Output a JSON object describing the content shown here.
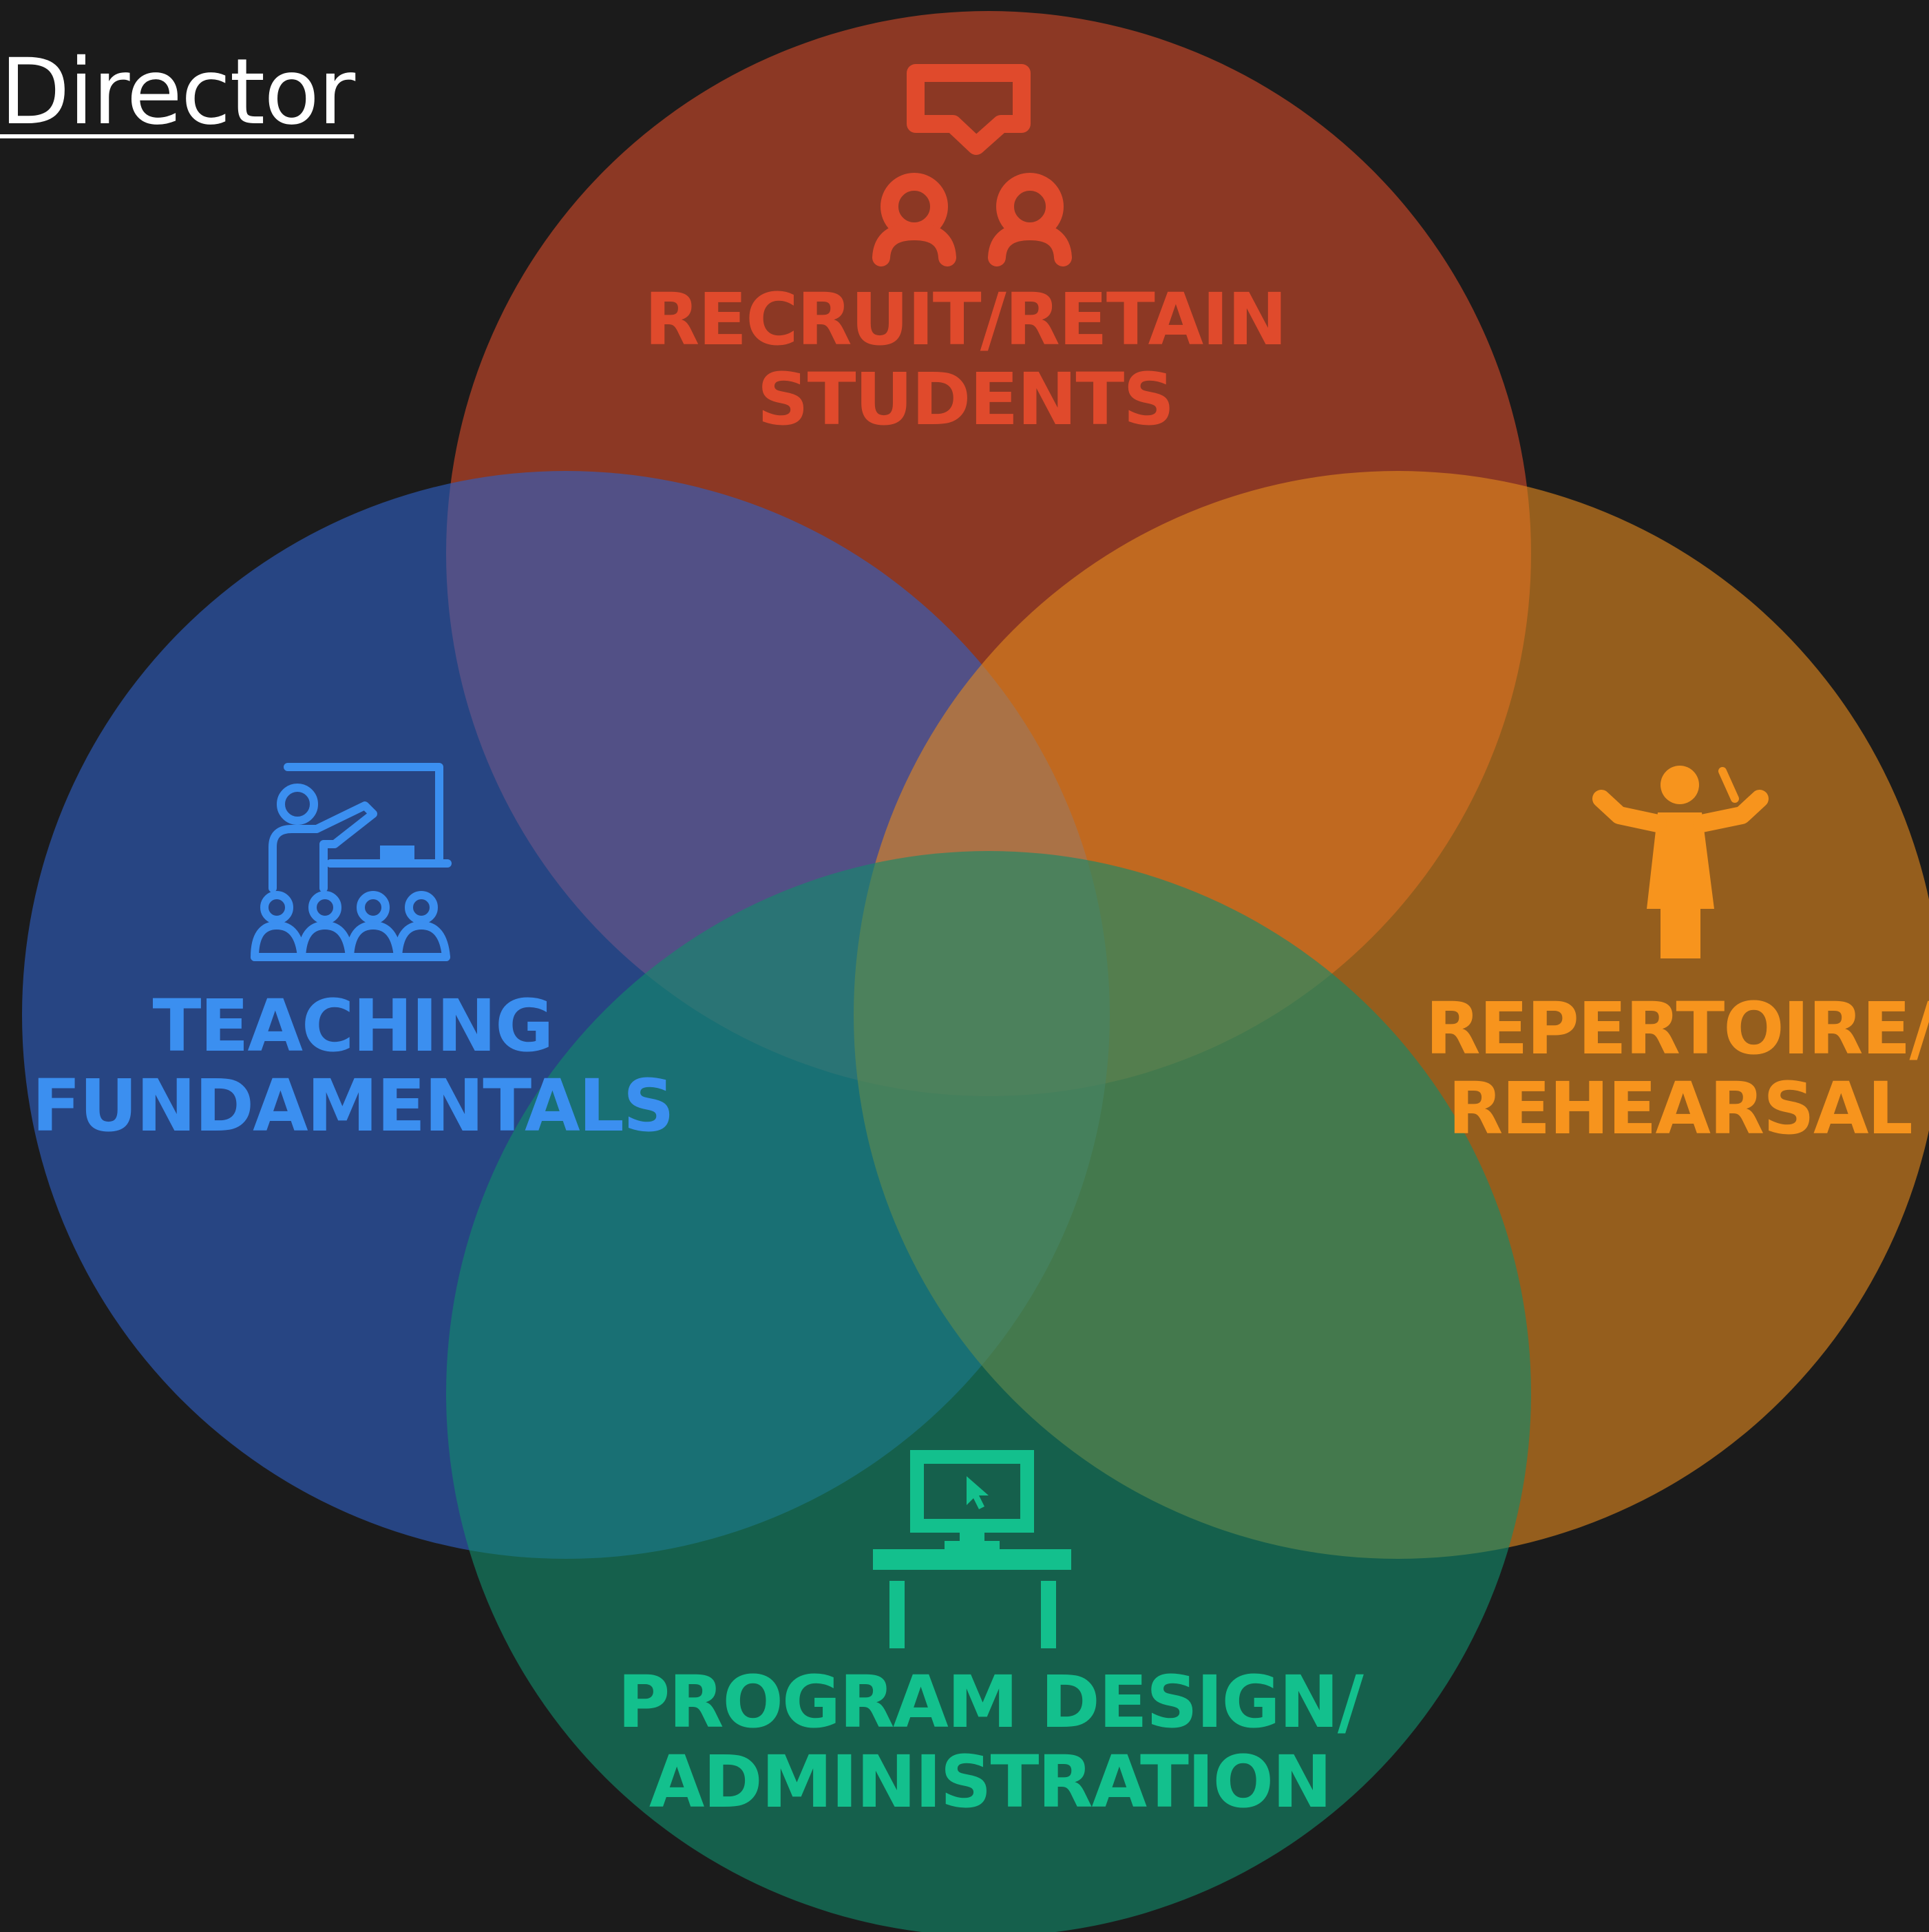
{
  "title": "Director",
  "colors": {
    "background": "#1b1b1b",
    "recruit": "#e04a2c",
    "teaching": "#3b8ff0",
    "repertoire": "#f7941d",
    "program": "#13c08d"
  },
  "circles": {
    "recruit": {
      "lines": [
        "RECRUIT/RETAIN",
        "STUDENTS"
      ],
      "icon": "students-with-speech-bubble-icon",
      "fill": "#d24a2a"
    },
    "teaching": {
      "lines": [
        "TEACHING",
        "FUNDAMENTALS"
      ],
      "icon": "teacher-at-whiteboard-icon",
      "fill": "#2f5fc4"
    },
    "repertoire": {
      "lines": [
        "REPERTOIRE/",
        "REHEARSAL"
      ],
      "icon": "conductor-icon",
      "fill": "#e0871f"
    },
    "program": {
      "lines": [
        "PROGRAM DESIGN/",
        "ADMINISTRATION"
      ],
      "icon": "computer-desk-icon",
      "fill": "#128a6a"
    }
  }
}
